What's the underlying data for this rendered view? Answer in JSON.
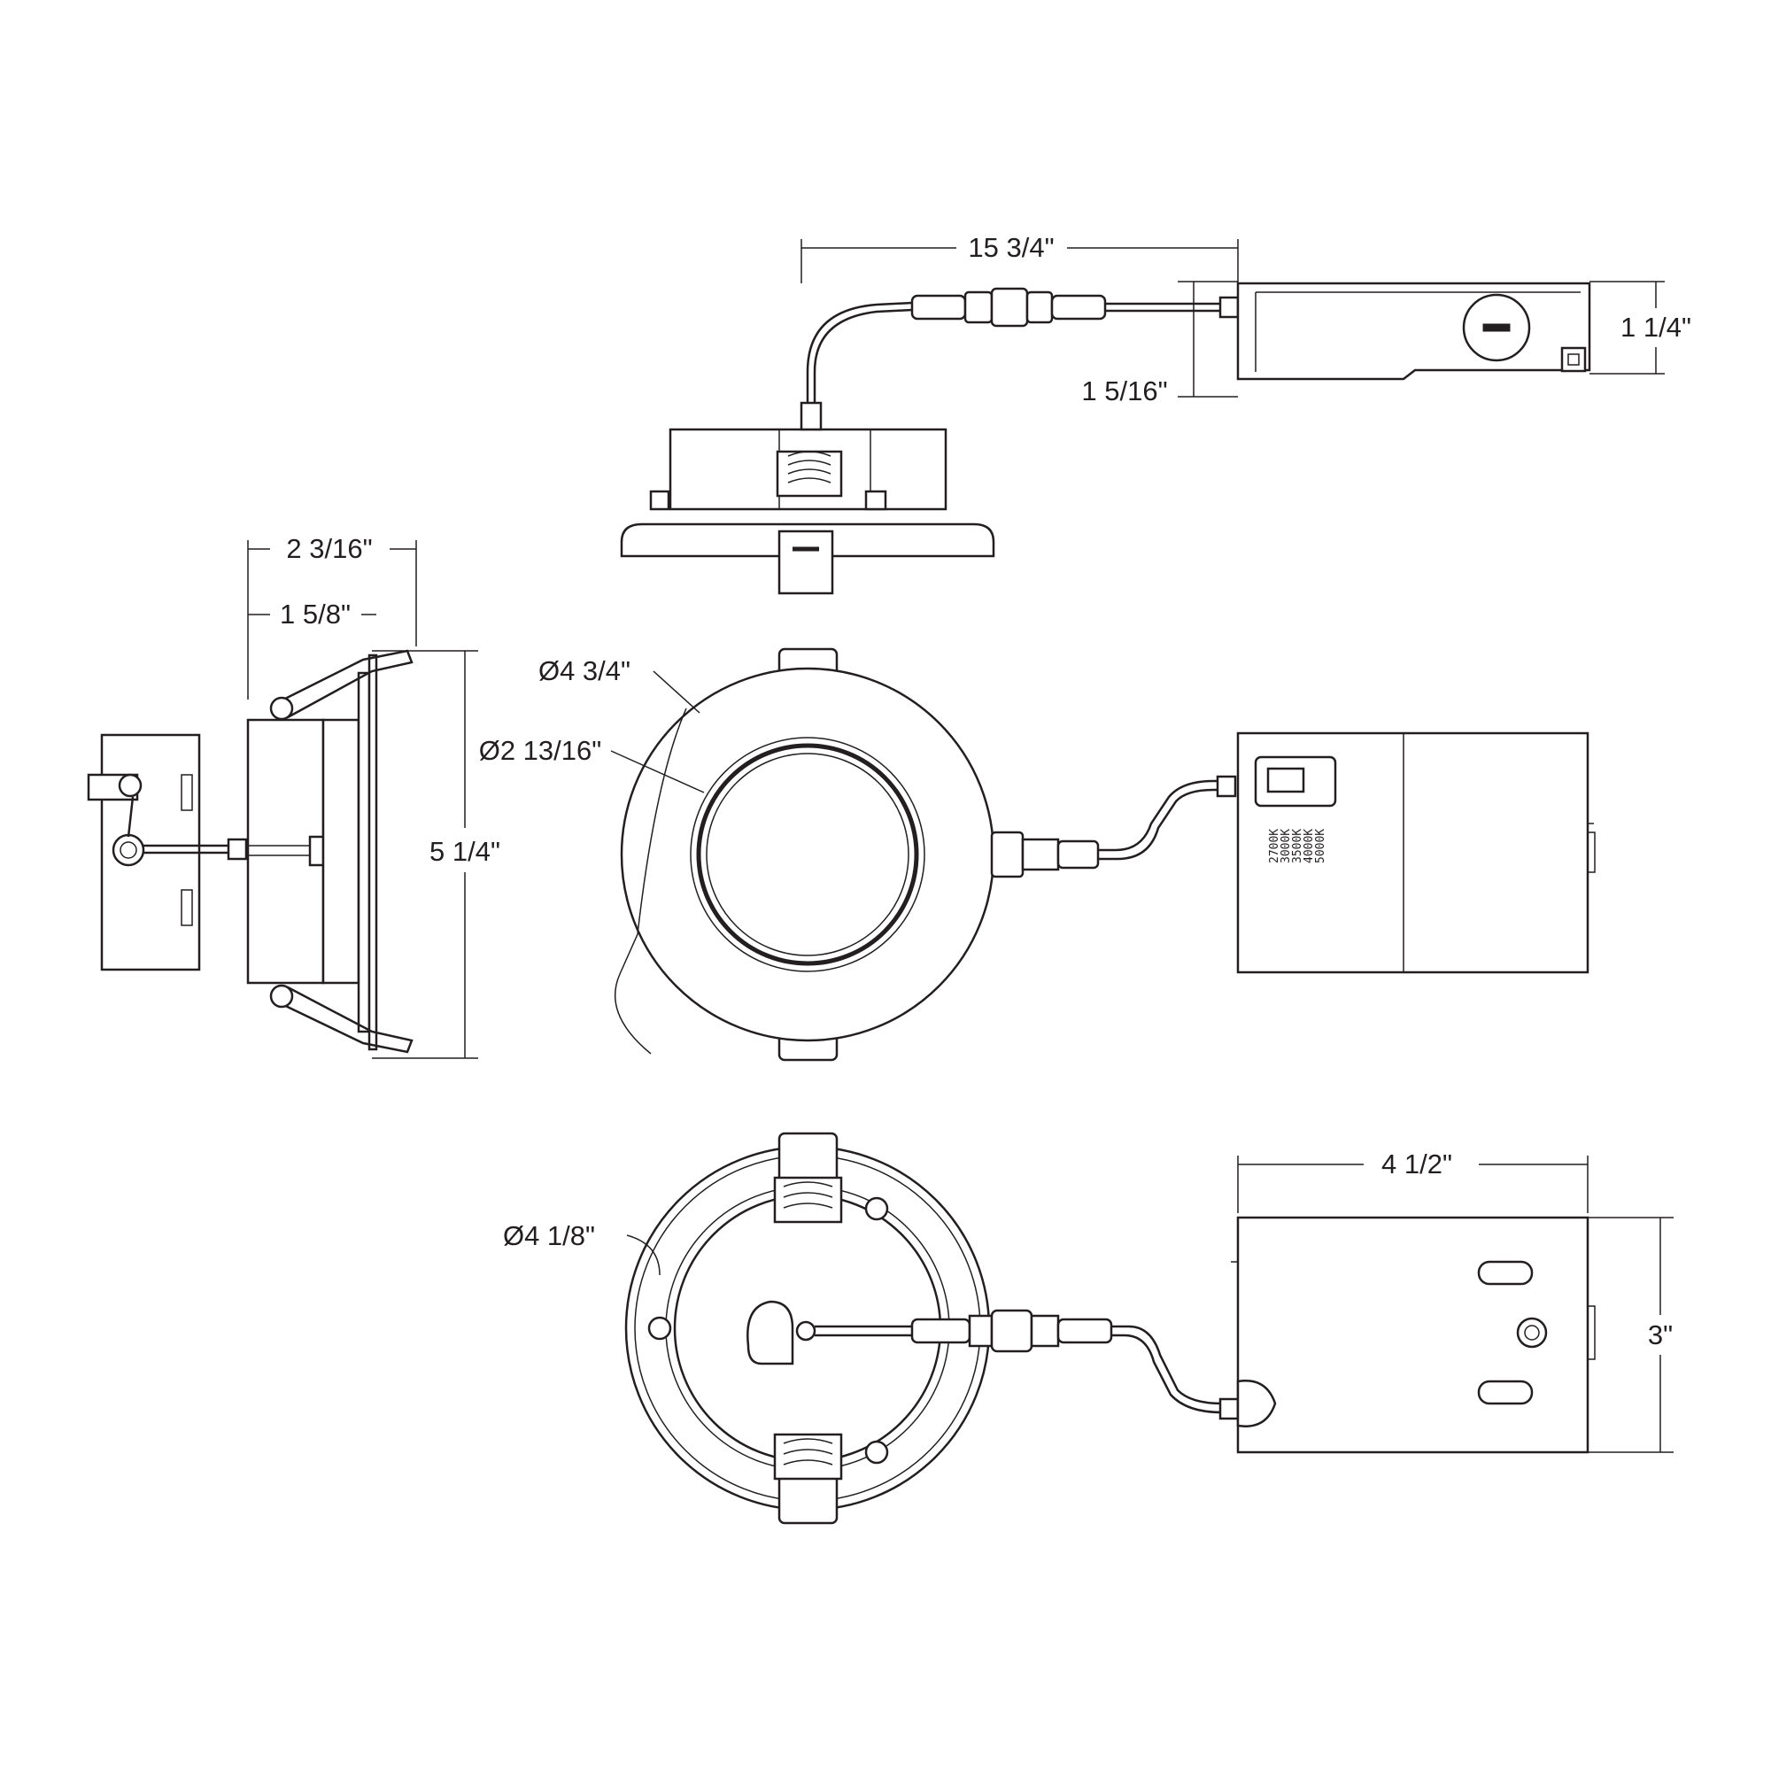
{
  "dimensions": {
    "cable_length": "15 3/4\"",
    "junction_box_height_top": "1 1/4\"",
    "junction_box_inner_height": "1 5/16\"",
    "overall_depth": "2 3/16\"",
    "body_depth": "1 5/8\"",
    "height_with_springs": "5 1/4\"",
    "trim_diameter": "Ø4 3/4\"",
    "aperture_diameter": "Ø2 13/16\"",
    "cutout_diameter": "Ø4 1/8\"",
    "junction_box_length": "4 1/2\"",
    "junction_box_height": "3\""
  },
  "cct_switch": {
    "labels": [
      "2700K",
      "3000K",
      "3500K",
      "4000K",
      "5000K"
    ]
  }
}
